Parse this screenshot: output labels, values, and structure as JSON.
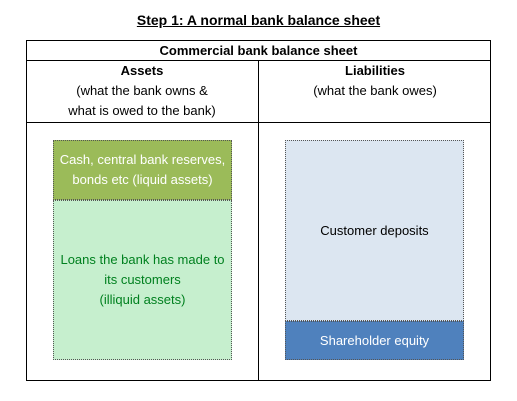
{
  "title": "Step 1: A normal bank balance sheet",
  "table": {
    "caption": "Commercial bank balance sheet",
    "assets": {
      "heading": "Assets",
      "desc_line1": "(what the bank owns &",
      "desc_line2": "what is owed to the bank)",
      "blocks": [
        {
          "line1": "Cash, central bank reserves,",
          "line2": "bonds etc (liquid assets)",
          "fill": "#9bbb59",
          "text_color": "#ffffff"
        },
        {
          "line1": "Loans the bank has made to",
          "line2": "its customers",
          "line3": "(illiquid assets)",
          "fill": "#c6efce",
          "text_color": "#00801f"
        }
      ]
    },
    "liabilities": {
      "heading": "Liabilities",
      "desc_line1": "(what the bank owes)",
      "blocks": [
        {
          "line1": "Customer deposits",
          "fill": "#dce6f1",
          "text_color": "#000000"
        },
        {
          "line1": "Shareholder equity",
          "fill": "#4f81bd",
          "text_color": "#ffffff"
        }
      ]
    }
  }
}
